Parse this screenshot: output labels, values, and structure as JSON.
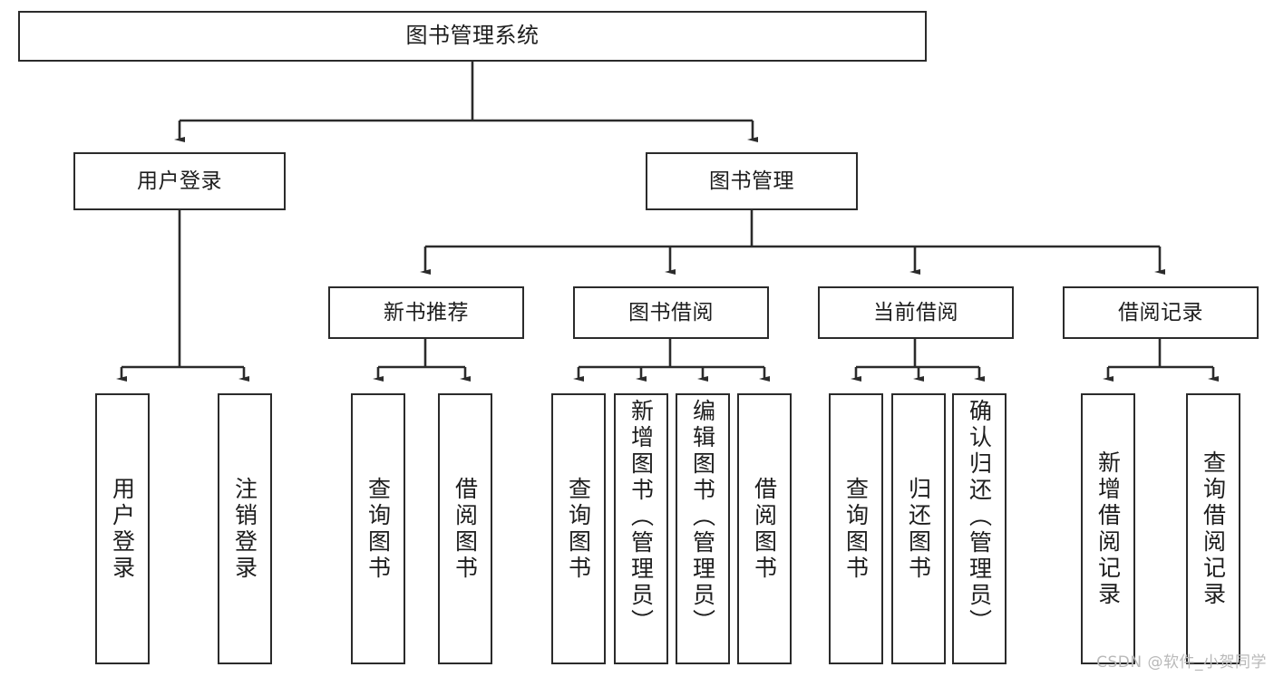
{
  "diagram": {
    "title": "图书管理系统",
    "watermark": "CSDN @软件_小贺同学",
    "colors": {
      "stroke": "#2b2b2b",
      "text": "#1d1d1d",
      "background": "#ffffff",
      "watermark": "#b9b9b9"
    },
    "root": {
      "label": "图书管理系统"
    },
    "level2": [
      {
        "label": "用户登录"
      },
      {
        "label": "图书管理"
      }
    ],
    "level3": [
      {
        "label": "新书推荐"
      },
      {
        "label": "图书借阅"
      },
      {
        "label": "当前借阅"
      },
      {
        "label": "借阅记录"
      }
    ],
    "leaves": {
      "user_login": [
        {
          "label": "用户登录"
        },
        {
          "label": "注销登录"
        }
      ],
      "new_book_recommend": [
        {
          "label": "查询图书"
        },
        {
          "label": "借阅图书"
        }
      ],
      "book_borrow": [
        {
          "label": "查询图书"
        },
        {
          "label": "新增图书（管理员）"
        },
        {
          "label": "编辑图书（管理员）"
        },
        {
          "label": "借阅图书"
        }
      ],
      "current_borrow": [
        {
          "label": "查询图书"
        },
        {
          "label": "归还图书"
        },
        {
          "label": "确认归还（管理员）"
        }
      ],
      "borrow_record": [
        {
          "label": "新增借阅记录"
        },
        {
          "label": "查询借阅记录"
        }
      ]
    }
  }
}
